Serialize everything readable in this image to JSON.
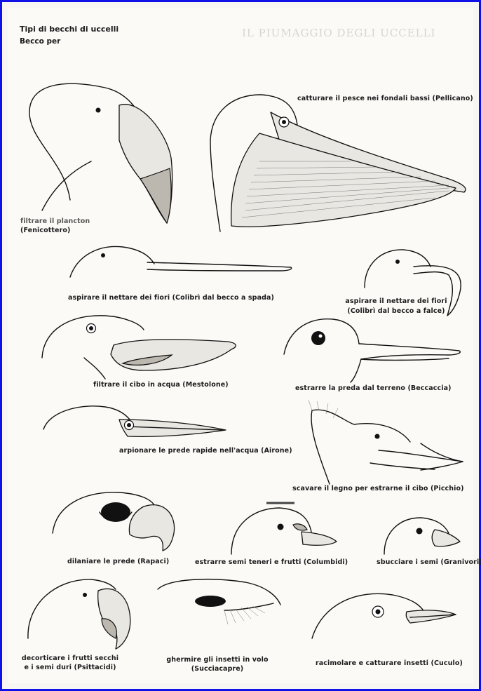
{
  "header": {
    "title": "Tipi di becchi di uccelli",
    "subtitle": "Becco per"
  },
  "background_heading": "IL PIUMAGGIO DEGLI UCCELLI",
  "labels": {
    "pellicano": "catturare il pesce nei fondali bassi (Pellicano)",
    "fenicottero_1": "filtrare il plancton",
    "fenicottero_2": "(Fenicottero)",
    "colibri_spada": "aspirare il nettare dei fiori (Colibrì dal becco a spada)",
    "colibri_falce_1": "aspirare il nettare dei fiori",
    "colibri_falce_2": "(Colibrì dal becco a falce)",
    "mestolone": "filtrare il cibo in acqua (Mestolone)",
    "beccaccia": "estrarre la preda dal terreno (Beccaccia)",
    "airone": "arpionare le prede rapide nell'acqua (Airone)",
    "picchio": "scavare il legno per estrarne il cibo (Picchio)",
    "rapaci": "dilaniare le prede (Rapaci)",
    "columbidi": "estrarre semi teneri e frutti (Columbidi)",
    "granivori": "sbucciare i semi (Granivori)",
    "psittacidi_1": "decorticare i frutti secchi",
    "psittacidi_2": "e i semi duri (Psittacidi)",
    "succiacapre_1": "ghermire gli insetti in volo",
    "succiacapre_2": "(Succiacapre)",
    "cuculo": "racimolare e catturare insetti (Cuculo)"
  },
  "colors": {
    "frame": "#1010e8",
    "ink": "#111111",
    "paper": "#fbfaf7"
  }
}
